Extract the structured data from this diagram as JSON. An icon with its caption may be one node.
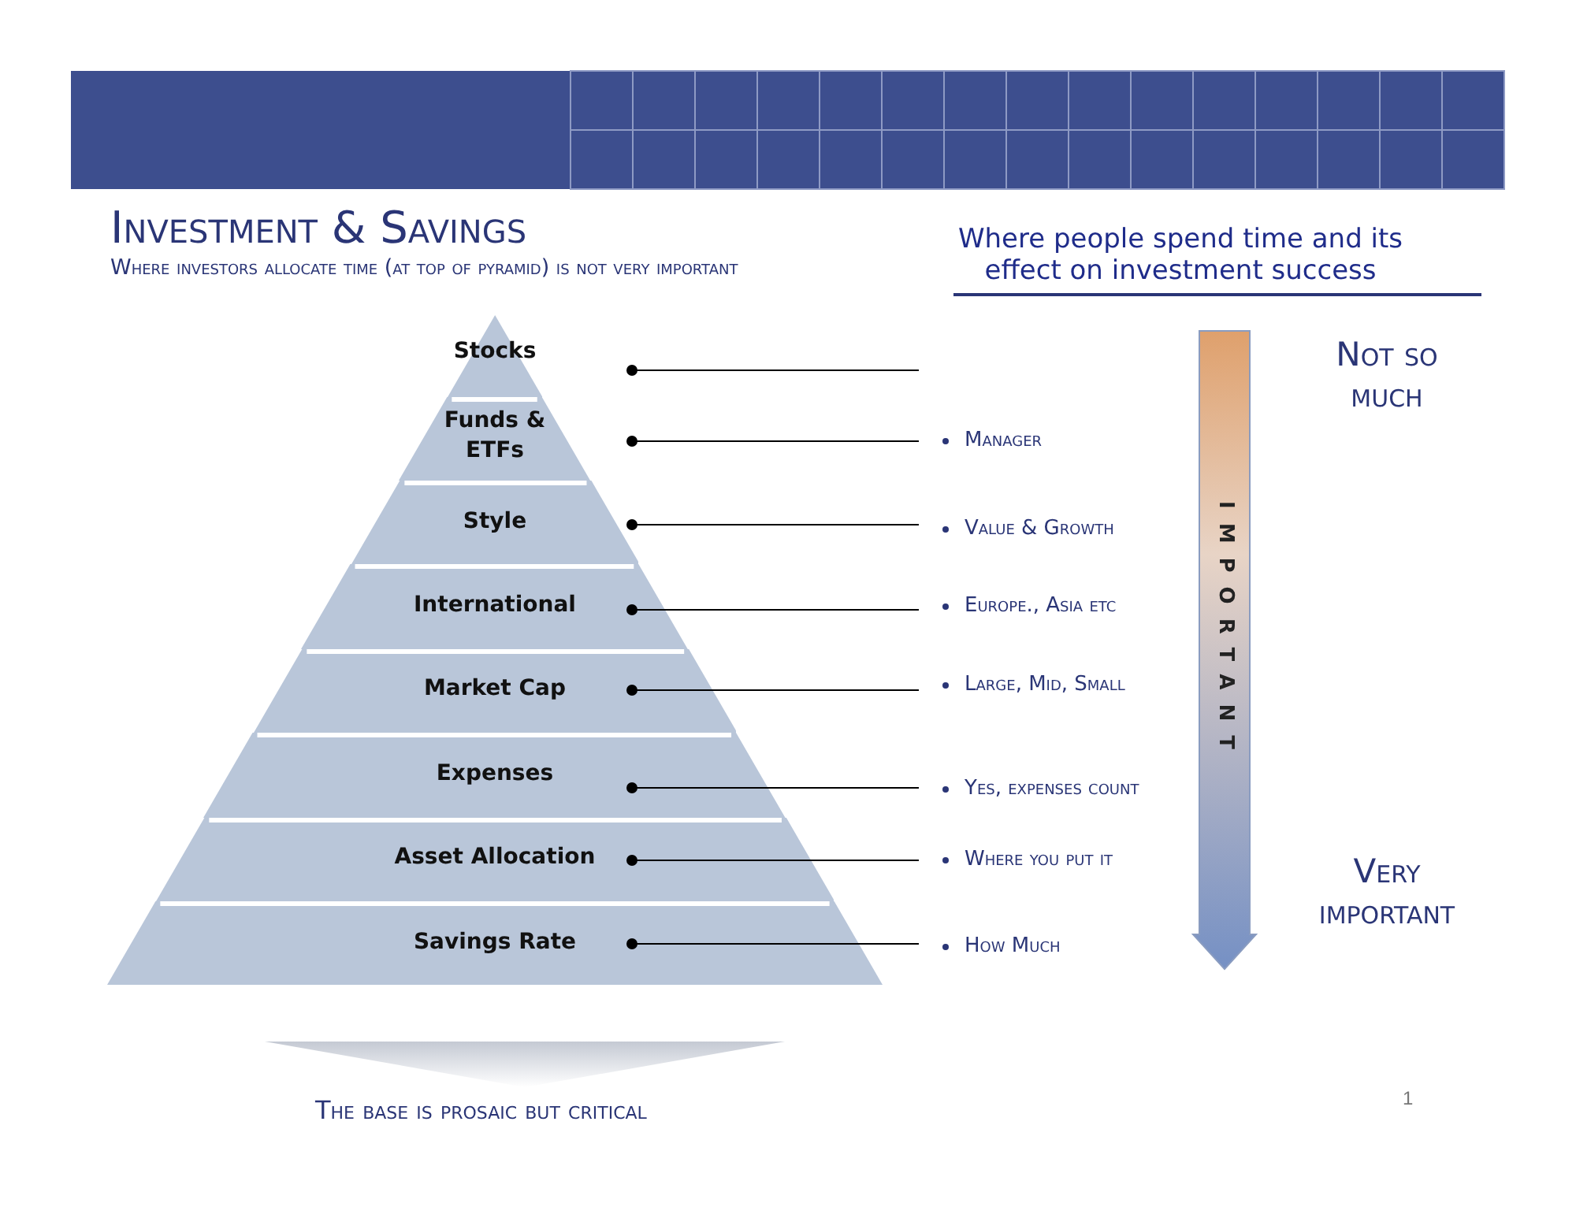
{
  "diagram": {
    "title": "Investment & Savings",
    "nodes": [
      {
        "text": [
          "Stocks"
        ]
      },
      {
        "text": [
          "Funds & ETFs"
        ]
      },
      {
        "text": [
          "Style"
        ]
      },
      {
        "text": [
          "International"
        ]
      },
      {
        "text": [
          "Market Cap"
        ]
      },
      {
        "text": [
          "Expenses"
        ]
      },
      {
        "text": [
          "Asset Allocation"
        ]
      },
      {
        "text": [
          "Savings Rate"
        ]
      },
      {
        "text": [
          "Manager"
        ]
      },
      {
        "text": [
          "Value & Growth"
        ]
      },
      {
        "text": [
          "Europe., Asia etc"
        ]
      },
      {
        "text": [
          "Large, Mid, Small"
        ]
      },
      {
        "text": [
          "Yes, expenses count"
        ]
      },
      {
        "text": [
          "Where you put it"
        ]
      },
      {
        "text": [
          "How Much"
        ]
      }
    ],
    "edges": [
      {
        "from": 0,
        "to": null,
        "arrow": "other"
      },
      {
        "from": 1,
        "to": 8,
        "arrow": "other"
      },
      {
        "from": 2,
        "to": 9,
        "arrow": "other"
      },
      {
        "from": 3,
        "to": 10,
        "arrow": "other"
      },
      {
        "from": 4,
        "to": 11,
        "arrow": "other"
      },
      {
        "from": 5,
        "to": 12,
        "arrow": "other"
      },
      {
        "from": 6,
        "to": 13,
        "arrow": "other"
      },
      {
        "from": 7,
        "to": 14,
        "arrow": "other"
      }
    ],
    "labels": [
      "Where investors allocate time (at top of pyramid) is not very important",
      "Where people spend time and its effect on investment success",
      "IMPORTANT",
      "Not so much",
      "Very important",
      "The base is prosaic but critical",
      "1"
    ]
  }
}
